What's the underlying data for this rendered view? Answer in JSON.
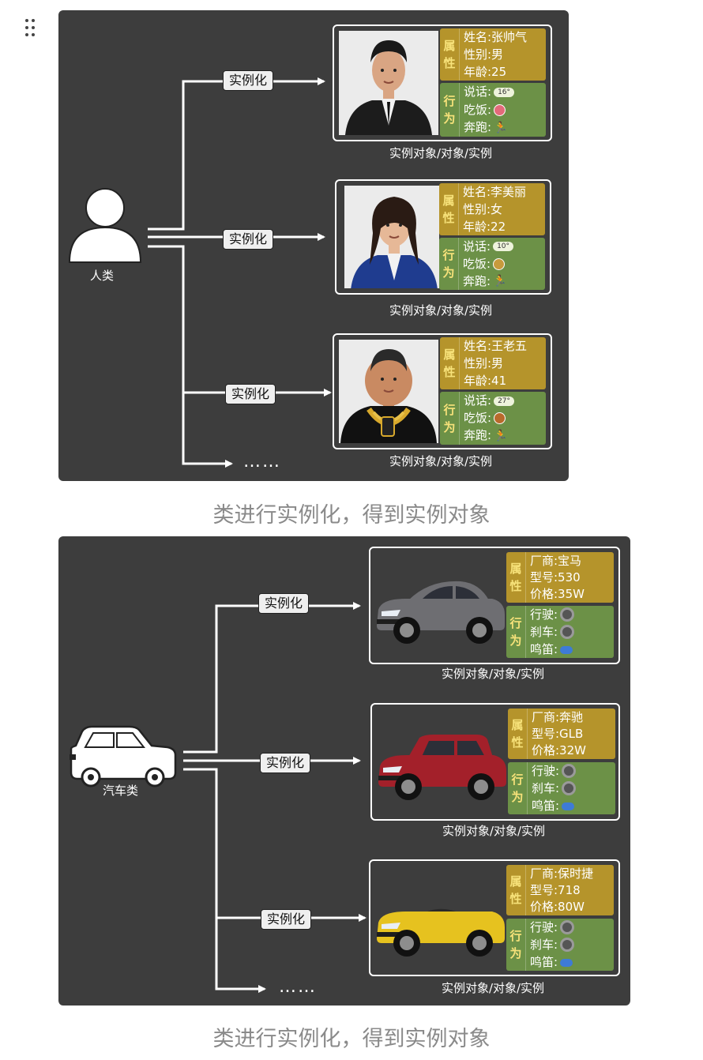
{
  "caption_top": "类进行实例化，得到实例对象",
  "caption_bottom": "类进行实例化，得到实例对象",
  "instantiate_label": "实例化",
  "ellipsis": "……",
  "human_section": {
    "class_label": "人类",
    "instances": [
      {
        "caption": "实例对象/对象/实例",
        "attr_label": [
          "属",
          "性"
        ],
        "attrs": [
          "姓名:张帅气",
          "性别:男",
          "年龄:25"
        ],
        "beh_label": [
          "行",
          "为"
        ],
        "behaviors": [
          "说话:",
          "吃饭:",
          "奔跑:"
        ],
        "speech_badge": "16°",
        "suit": "#1c1c1c",
        "shirt": "#f2f2f2",
        "skin": "#d9a583",
        "hair": "#1a1a1a"
      },
      {
        "caption": "实例对象/对象/实例",
        "attr_label": [
          "属",
          "性"
        ],
        "attrs": [
          "姓名:李美丽",
          "性别:女",
          "年龄:22"
        ],
        "beh_label": [
          "行",
          "为"
        ],
        "behaviors": [
          "说话:",
          "吃饭:",
          "奔跑:"
        ],
        "speech_badge": "10°",
        "suit": "#1f3c8f",
        "shirt": "#f2f2f2",
        "skin": "#e6b897",
        "hair": "#2a1b14"
      },
      {
        "caption": "实例对象/对象/实例",
        "attr_label": [
          "属",
          "性"
        ],
        "attrs": [
          "姓名:王老五",
          "性别:男",
          "年龄:41"
        ],
        "beh_label": [
          "行",
          "为"
        ],
        "behaviors": [
          "说话:",
          "吃饭:",
          "奔跑:"
        ],
        "speech_badge": "27°",
        "suit": "#111111",
        "shirt": "#c99a2e",
        "skin": "#c98a62",
        "hair": "#2a2a2a"
      }
    ]
  },
  "car_section": {
    "class_label": "汽车类",
    "instances": [
      {
        "caption": "实例对象/对象/实例",
        "attr_label": [
          "属",
          "性"
        ],
        "attrs": [
          "厂商:宝马",
          "型号:530",
          "价格:35W"
        ],
        "beh_label": [
          "行",
          "为"
        ],
        "behaviors": [
          "行驶:",
          "刹车:",
          "鸣笛:"
        ],
        "body": "#6e6e72"
      },
      {
        "caption": "实例对象/对象/实例",
        "attr_label": [
          "属",
          "性"
        ],
        "attrs": [
          "厂商:奔驰",
          "型号:GLB",
          "价格:32W"
        ],
        "beh_label": [
          "行",
          "为"
        ],
        "behaviors": [
          "行驶:",
          "刹车:",
          "鸣笛:"
        ],
        "body": "#a3202a"
      },
      {
        "caption": "实例对象/对象/实例",
        "attr_label": [
          "属",
          "性"
        ],
        "attrs": [
          "厂商:保时捷",
          "型号:718",
          "价格:80W"
        ],
        "beh_label": [
          "行",
          "为"
        ],
        "behaviors": [
          "行驶:",
          "刹车:",
          "鸣笛:"
        ],
        "body": "#e6c21f"
      }
    ]
  }
}
